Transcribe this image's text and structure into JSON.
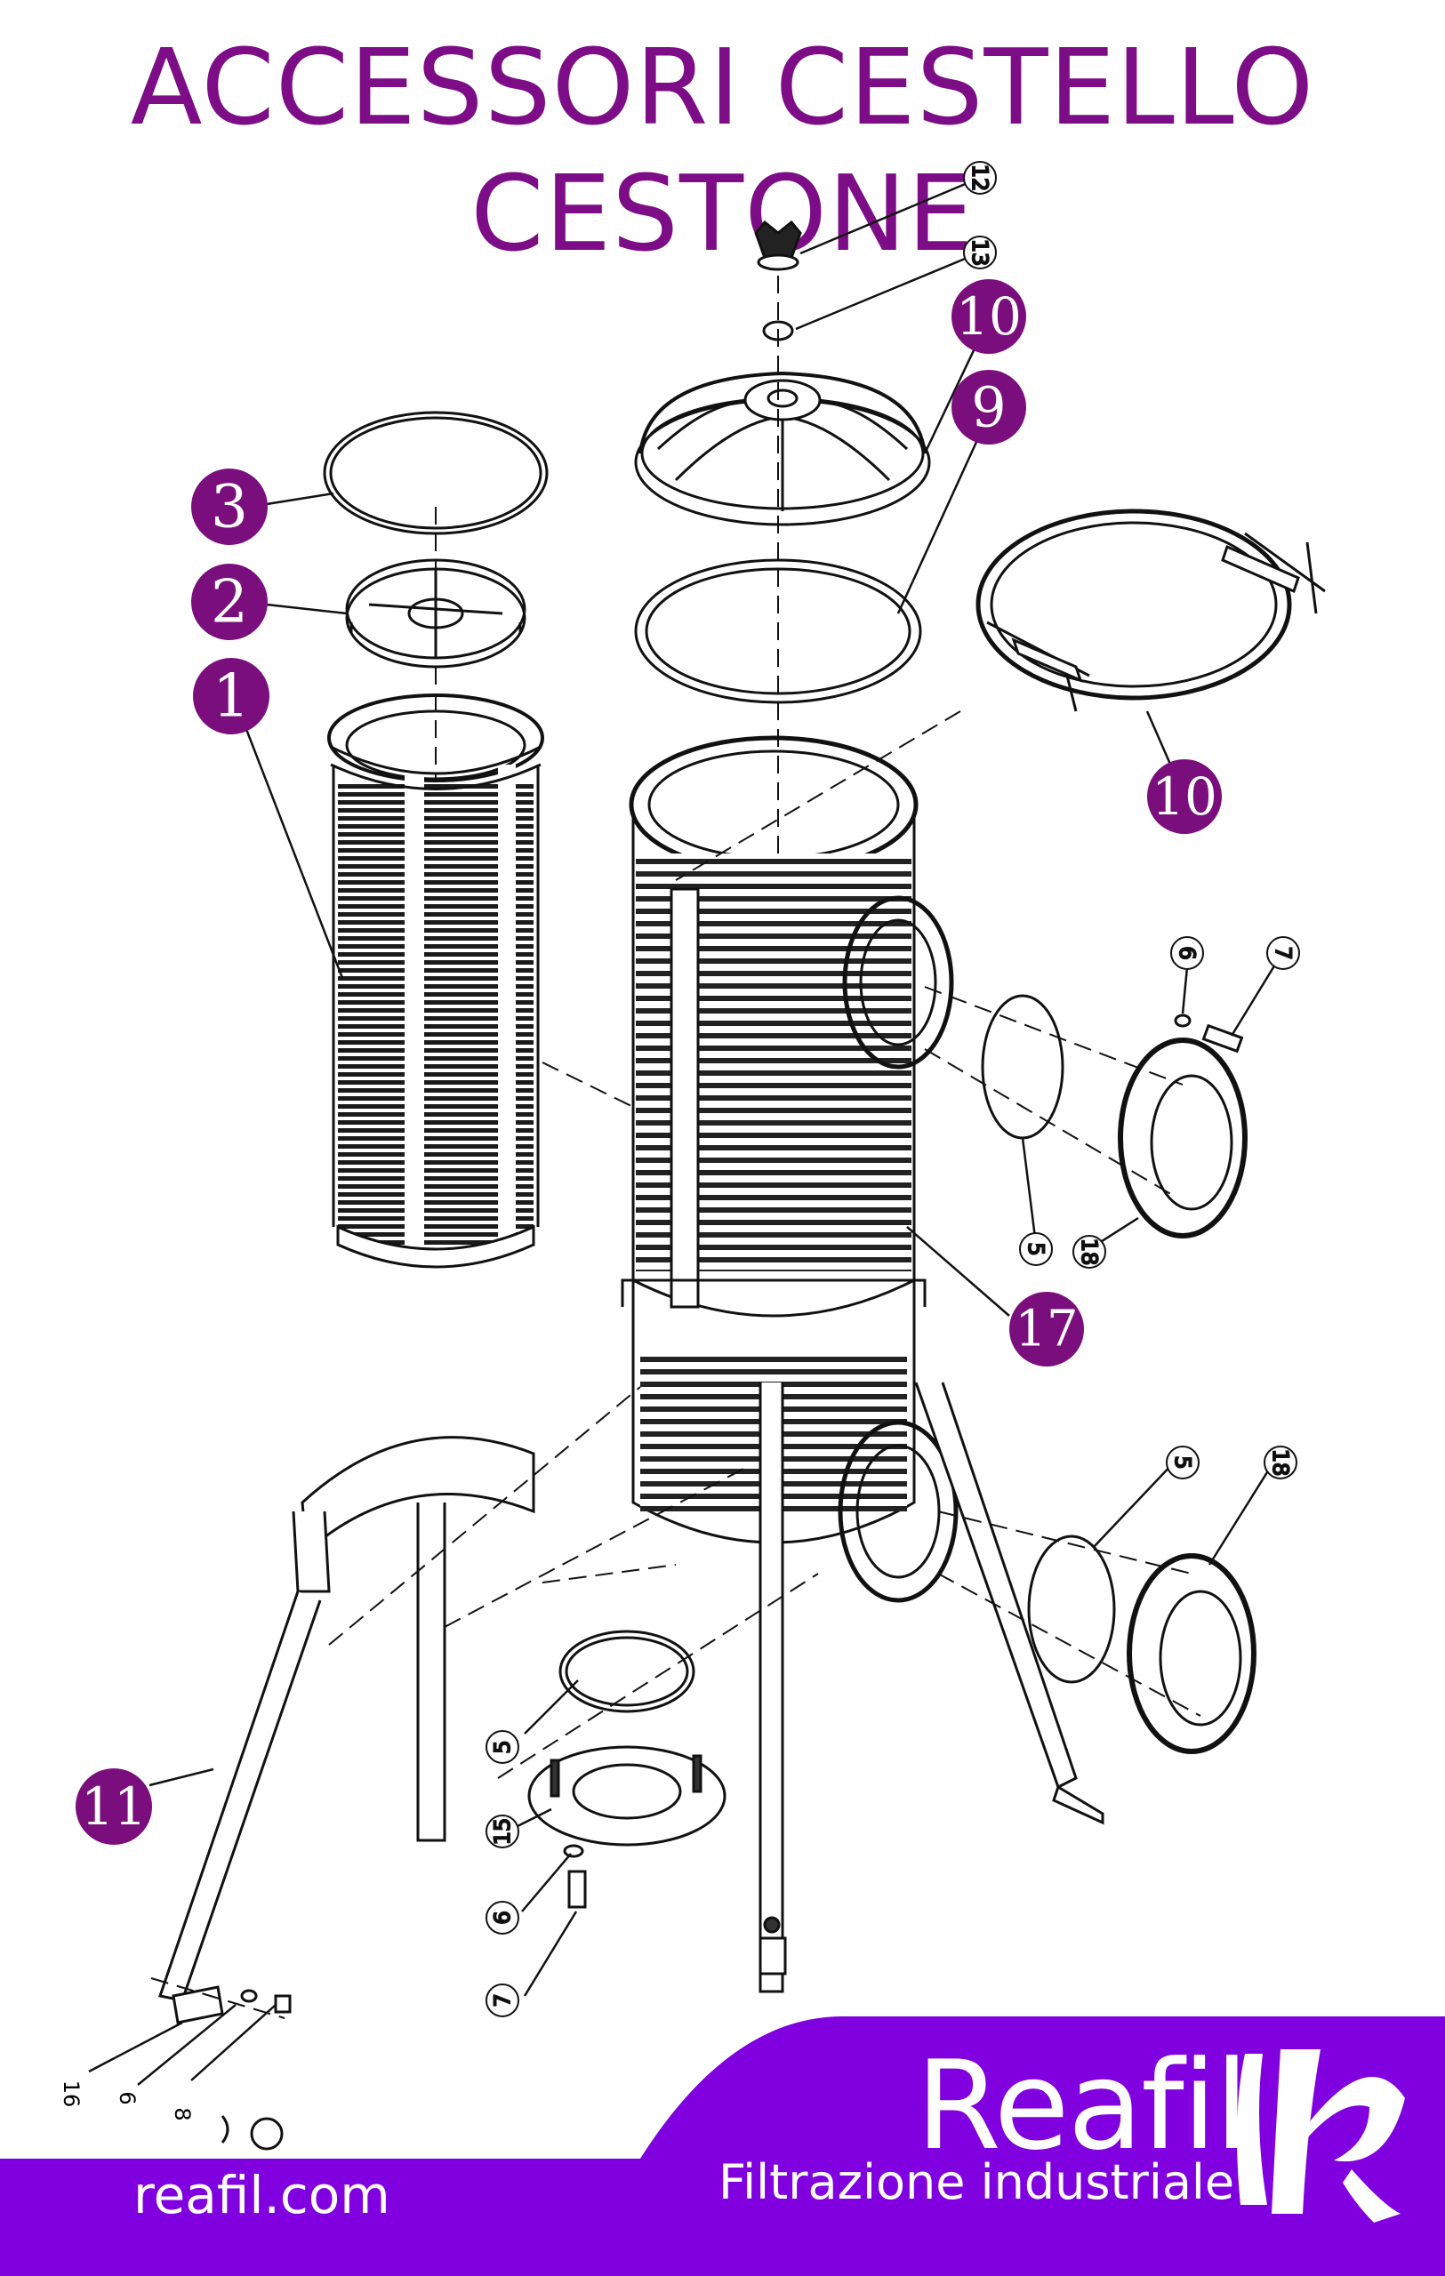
{
  "title": "ACCESSORI CESTELLO CESTONE",
  "brand": {
    "name": "Reafil",
    "tagline": "Filtrazione industriale",
    "website": "reafil.com"
  },
  "colors": {
    "title": "#7d0d86",
    "callout": "#7a0e7d",
    "footer": "#8000e0",
    "footer_accent": "#7a0dc6",
    "line": "#111111"
  },
  "callouts_big": [
    "3",
    "2",
    "1",
    "10",
    "9",
    "10",
    "17",
    "11"
  ],
  "callouts_small": [
    "12",
    "13",
    "6",
    "7",
    "5",
    "18",
    "5",
    "18",
    "5",
    "15",
    "6",
    "7",
    "16",
    "6",
    "8"
  ]
}
